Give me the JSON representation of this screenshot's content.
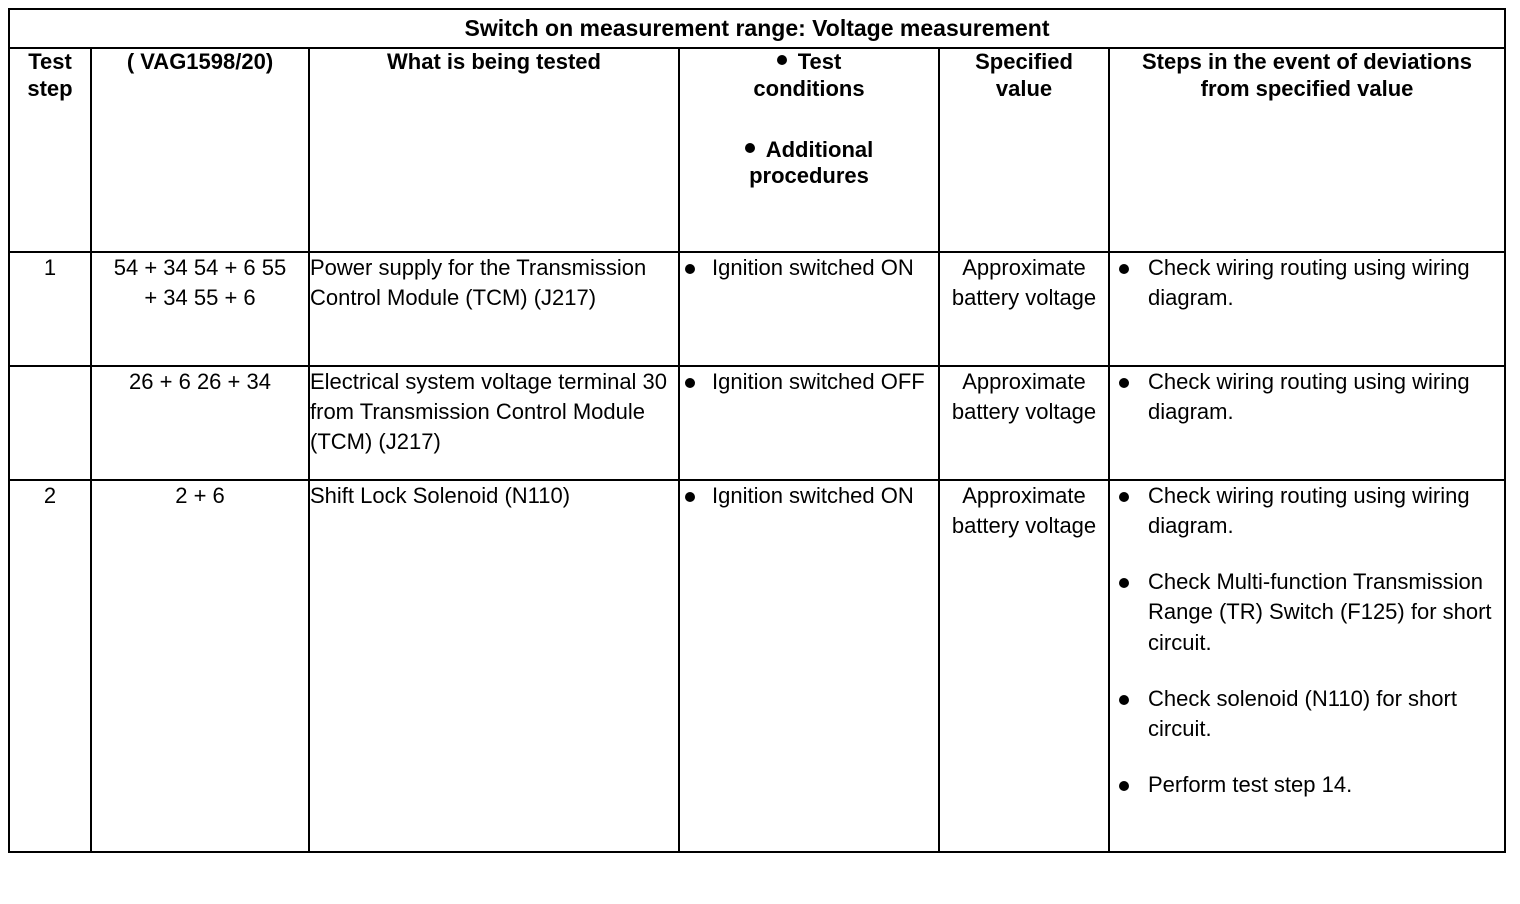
{
  "document": {
    "title": "Switch on measurement range: Voltage measurement"
  },
  "table": {
    "headers": {
      "test_step": "Test\nstep",
      "test_step_line1": "Test",
      "test_step_line2": "step",
      "connector": "( VAG1598/20)",
      "what_tested": "What is being tested",
      "conditions_line1": "Test",
      "conditions_line2": "conditions",
      "conditions_line3": "Additional",
      "conditions_line4": "procedures",
      "specified_value_line1": "Specified",
      "specified_value_line2": "value",
      "deviations_line1": "Steps in the event of deviations",
      "deviations_line2": "from specified value"
    },
    "rows": [
      {
        "test_step": "1",
        "terminals_line1": "54 + 34 54 + 6 55",
        "terminals_line2": "+ 34 55 + 6",
        "what_tested": "Power supply for the Transmission Control Module (TCM) (J217)",
        "conditions": [
          "Ignition switched ON"
        ],
        "specified_value_line1": "Approximate",
        "specified_value_line2": "battery voltage",
        "deviations": [
          "Check wiring routing using wiring diagram."
        ]
      },
      {
        "test_step": "",
        "terminals_line1": "26 + 6 26 + 34",
        "terminals_line2": "",
        "what_tested": "Electrical system voltage terminal 30 from Transmission Control Module (TCM) (J217)",
        "conditions": [
          "Ignition switched OFF"
        ],
        "specified_value_line1": "Approximate",
        "specified_value_line2": "battery voltage",
        "deviations": [
          "Check wiring routing using wiring diagram."
        ]
      },
      {
        "test_step": "2",
        "terminals_line1": "2 + 6",
        "terminals_line2": "",
        "what_tested": "Shift Lock Solenoid (N110)",
        "conditions": [
          "Ignition switched ON"
        ],
        "specified_value_line1": "Approximate",
        "specified_value_line2": "battery voltage",
        "deviations": [
          "Check wiring routing using wiring diagram.",
          "Check Multi-function Transmission Range (TR) Switch (F125) for short circuit.",
          "Check solenoid (N110) for short circuit.",
          "Perform test step 14."
        ]
      }
    ]
  },
  "colors": {
    "border": "#000000",
    "text": "#000000",
    "background": "#ffffff"
  }
}
